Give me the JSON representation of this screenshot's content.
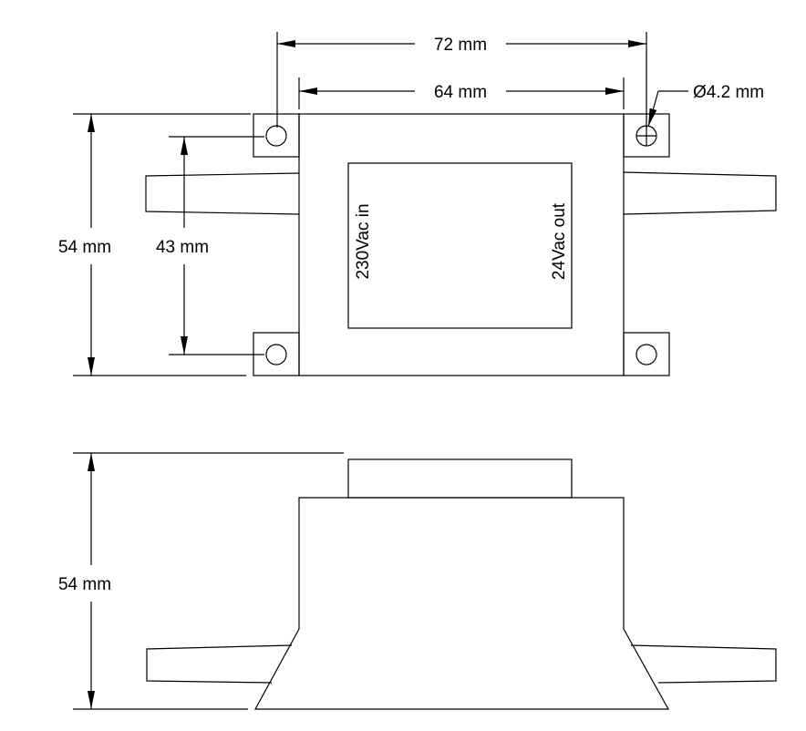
{
  "dimensions": {
    "width_outer": "72 mm",
    "width_inner": "64 mm",
    "hole_diameter": "Ø4.2 mm",
    "height_top": "54 mm",
    "hole_spacing": "43 mm",
    "height_side": "54 mm"
  },
  "labels": {
    "input": "230Vac in",
    "output": "24Vac out"
  }
}
